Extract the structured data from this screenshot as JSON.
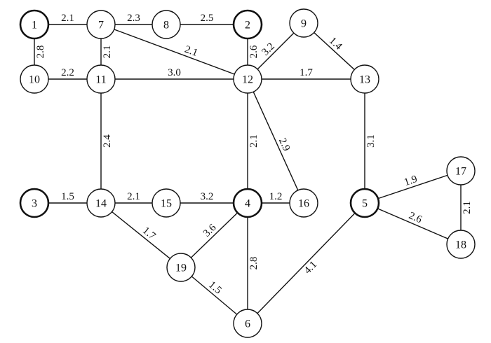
{
  "diagram": {
    "type": "weighted-undirected-graph",
    "colors": {
      "stroke": "#111111",
      "node_fill": "#ffffff",
      "background": "#ffffff"
    },
    "nodes": [
      {
        "id": "1",
        "label": "1",
        "bold": true
      },
      {
        "id": "2",
        "label": "2",
        "bold": true
      },
      {
        "id": "3",
        "label": "3",
        "bold": true
      },
      {
        "id": "4",
        "label": "4",
        "bold": true
      },
      {
        "id": "5",
        "label": "5",
        "bold": true
      },
      {
        "id": "6",
        "label": "6",
        "bold": false
      },
      {
        "id": "7",
        "label": "7",
        "bold": false
      },
      {
        "id": "8",
        "label": "8",
        "bold": false
      },
      {
        "id": "9",
        "label": "9",
        "bold": false
      },
      {
        "id": "10",
        "label": "10",
        "bold": false
      },
      {
        "id": "11",
        "label": "11",
        "bold": false
      },
      {
        "id": "12",
        "label": "12",
        "bold": false
      },
      {
        "id": "13",
        "label": "13",
        "bold": false
      },
      {
        "id": "14",
        "label": "14",
        "bold": false
      },
      {
        "id": "15",
        "label": "15",
        "bold": false
      },
      {
        "id": "16",
        "label": "16",
        "bold": false
      },
      {
        "id": "17",
        "label": "17",
        "bold": false
      },
      {
        "id": "18",
        "label": "18",
        "bold": false
      },
      {
        "id": "19",
        "label": "19",
        "bold": false
      }
    ],
    "edges": [
      {
        "from": "1",
        "to": "7",
        "weight": "2.1"
      },
      {
        "from": "7",
        "to": "8",
        "weight": "2.3"
      },
      {
        "from": "8",
        "to": "2",
        "weight": "2.5"
      },
      {
        "from": "1",
        "to": "10",
        "weight": "2.8"
      },
      {
        "from": "7",
        "to": "11",
        "weight": "2.1"
      },
      {
        "from": "7",
        "to": "12",
        "weight": "2.1"
      },
      {
        "from": "2",
        "to": "12",
        "weight": "2.6"
      },
      {
        "from": "12",
        "to": "9",
        "weight": "3.2"
      },
      {
        "from": "9",
        "to": "13",
        "weight": "1.4"
      },
      {
        "from": "10",
        "to": "11",
        "weight": "2.2"
      },
      {
        "from": "11",
        "to": "12",
        "weight": "3.0"
      },
      {
        "from": "12",
        "to": "13",
        "weight": "1.7"
      },
      {
        "from": "11",
        "to": "14",
        "weight": "2.4"
      },
      {
        "from": "12",
        "to": "4",
        "weight": "2.1"
      },
      {
        "from": "12",
        "to": "16",
        "weight": "2.9"
      },
      {
        "from": "13",
        "to": "5",
        "weight": "3.1"
      },
      {
        "from": "3",
        "to": "14",
        "weight": "1.5"
      },
      {
        "from": "14",
        "to": "15",
        "weight": "2.1"
      },
      {
        "from": "15",
        "to": "4",
        "weight": "3.2"
      },
      {
        "from": "4",
        "to": "16",
        "weight": "1.2"
      },
      {
        "from": "5",
        "to": "17",
        "weight": "1.9"
      },
      {
        "from": "5",
        "to": "18",
        "weight": "2.6"
      },
      {
        "from": "17",
        "to": "18",
        "weight": "2.1"
      },
      {
        "from": "14",
        "to": "19",
        "weight": "1.7"
      },
      {
        "from": "19",
        "to": "4",
        "weight": "3.6"
      },
      {
        "from": "4",
        "to": "6",
        "weight": "2.8"
      },
      {
        "from": "19",
        "to": "6",
        "weight": "1.5"
      },
      {
        "from": "5",
        "to": "6",
        "weight": "4.1"
      }
    ]
  }
}
